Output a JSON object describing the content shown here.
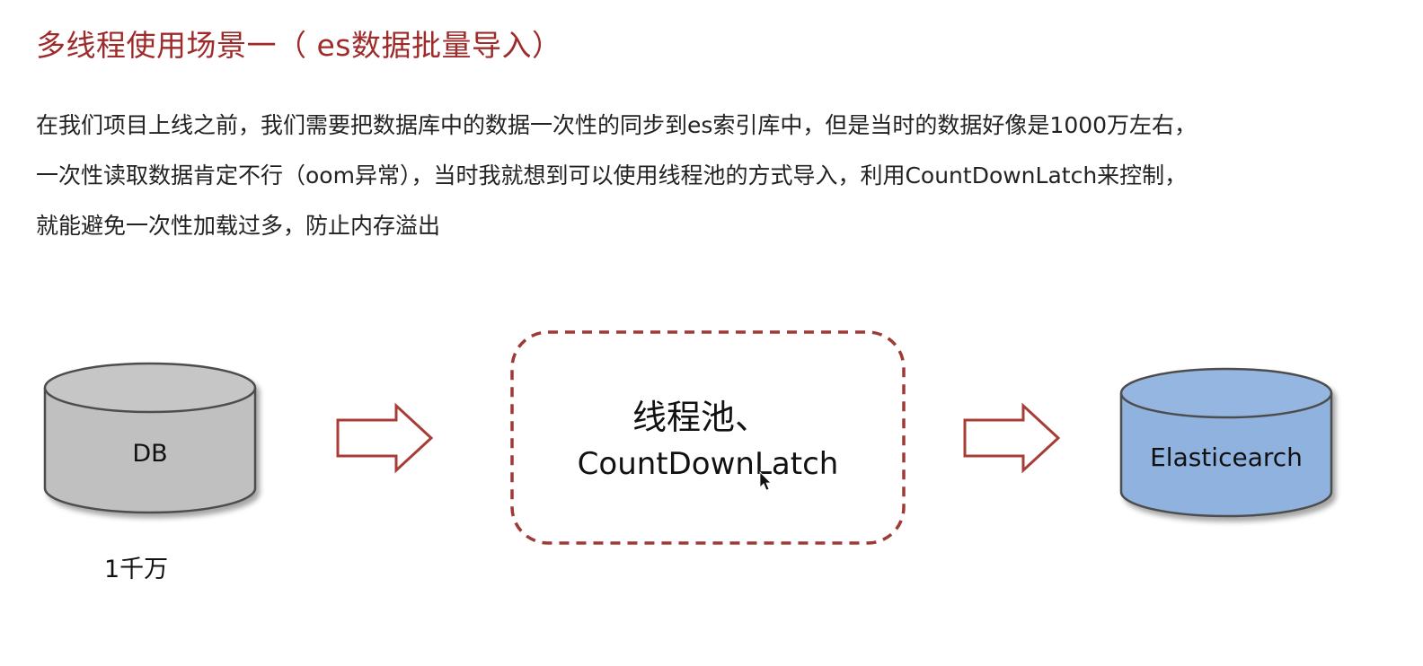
{
  "title": "多线程使用场景一（ es数据批量导入）",
  "paragraph": {
    "lines": [
      "在我们项目上线之前，我们需要把数据库中的数据一次性的同步到es索引库中，但是当时的数据好像是1000万左右，",
      "一次性读取数据肯定不行（oom异常），当时我就想到可以使用线程池的方式导入，利用CountDownLatch来控制，",
      "就能避免一次性加载过多，防止内存溢出"
    ]
  },
  "diagram": {
    "source": {
      "label": "DB",
      "caption": "1千万",
      "color": "#c0c0c0"
    },
    "processor": {
      "line1": "线程池、",
      "line2": "CountDownLatch",
      "border_color": "#9e3a36"
    },
    "target": {
      "label": "Elasticearch",
      "color": "#8fb2de"
    },
    "arrow_color": "#a83c36",
    "colors": {
      "title": "#9e2a2a"
    }
  }
}
